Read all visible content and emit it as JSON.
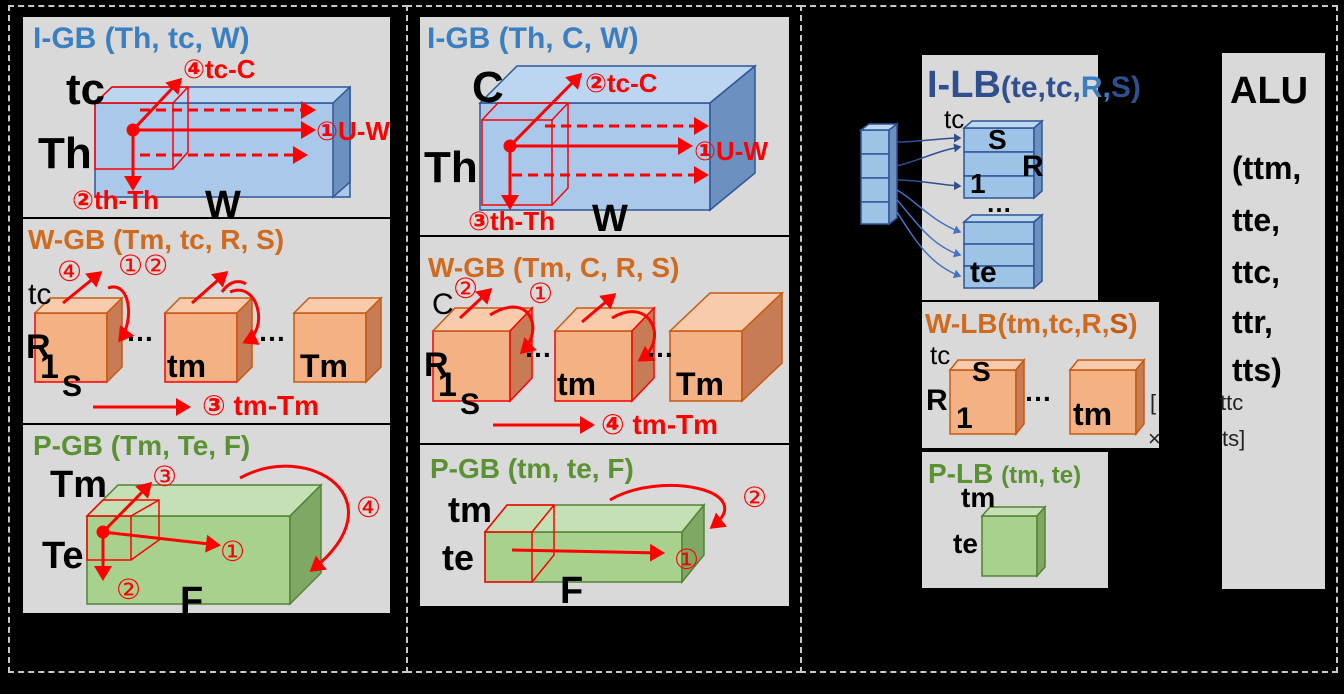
{
  "col1": {
    "igb": {
      "title": "I-GB (Th, tc, W)",
      "lbl_tc": "tc",
      "lbl_th": "Th",
      "lbl_w": "W",
      "step4": "④tc-C",
      "step1": "①U-W",
      "step2": "②th-Th"
    },
    "wgb": {
      "title": "W-GB (Tm, tc, R, S)",
      "lbl_tc": "tc",
      "lbl_r": "R",
      "lbl_1": "1",
      "lbl_s": "S",
      "lbl_tm": "tm",
      "lbl_Tm": "Tm",
      "dots1": "…",
      "dots2": "…",
      "c4": "④",
      "c12": "①②",
      "step3": "③ tm-Tm"
    },
    "pgb": {
      "title": "P-GB (Tm, Te, F)",
      "lbl_tm": "Tm",
      "lbl_te": "Te",
      "lbl_f": "F",
      "c3": "③",
      "c1": "①",
      "c2": "②",
      "c4": "④"
    }
  },
  "col2": {
    "igb": {
      "title": "I-GB (Th, C, W)",
      "lbl_c": "C",
      "lbl_th": "Th",
      "lbl_w": "W",
      "step2": "②tc-C",
      "step1": "①U-W",
      "step3": "③th-Th"
    },
    "wgb": {
      "title": "W-GB (Tm, C, R, S)",
      "lbl_c": "C",
      "lbl_r": "R",
      "lbl_1": "1",
      "lbl_s": "S",
      "lbl_tm": "tm",
      "lbl_Tm": "Tm",
      "dots1": "…",
      "dots2": "…",
      "c2": "②",
      "c1": "①",
      "step4": "④ tm-Tm"
    },
    "pgb": {
      "title": "P-GB (tm, te, F)",
      "lbl_tm": "tm",
      "lbl_te": "te",
      "lbl_f": "F",
      "c2": "②",
      "c1": "①"
    }
  },
  "col3": {
    "ilb": {
      "title_a": "I-LB",
      "title_b": "(te,tc,",
      "title_c": "R,",
      "title_d": "S)",
      "lbl_tc": "tc",
      "lbl_s": "S",
      "lbl_r": "R",
      "lbl_1": "1",
      "dots": "…",
      "lbl_te": "te"
    },
    "wlb": {
      "title_a": "W-LB(tm,tc,R,",
      "title_b": "S",
      "title_c": ")",
      "lbl_tc": "tc",
      "lbl_s": "S",
      "lbl_r": "R",
      "lbl_1": "1",
      "dots": "…",
      "lbl_tm": "tm",
      "frag1": "[",
      "frag2": "ttc",
      "frag3": "×",
      "frag4": "ts]"
    },
    "plb": {
      "title_a": "P-LB",
      "title_b": "(tm, te)",
      "lbl_tm": "tm",
      "lbl_te": "te"
    },
    "alu": {
      "title": "ALU",
      "lines": [
        "(ttm,",
        "tte,",
        "ttc,",
        "ttr,",
        "tts)"
      ]
    }
  }
}
